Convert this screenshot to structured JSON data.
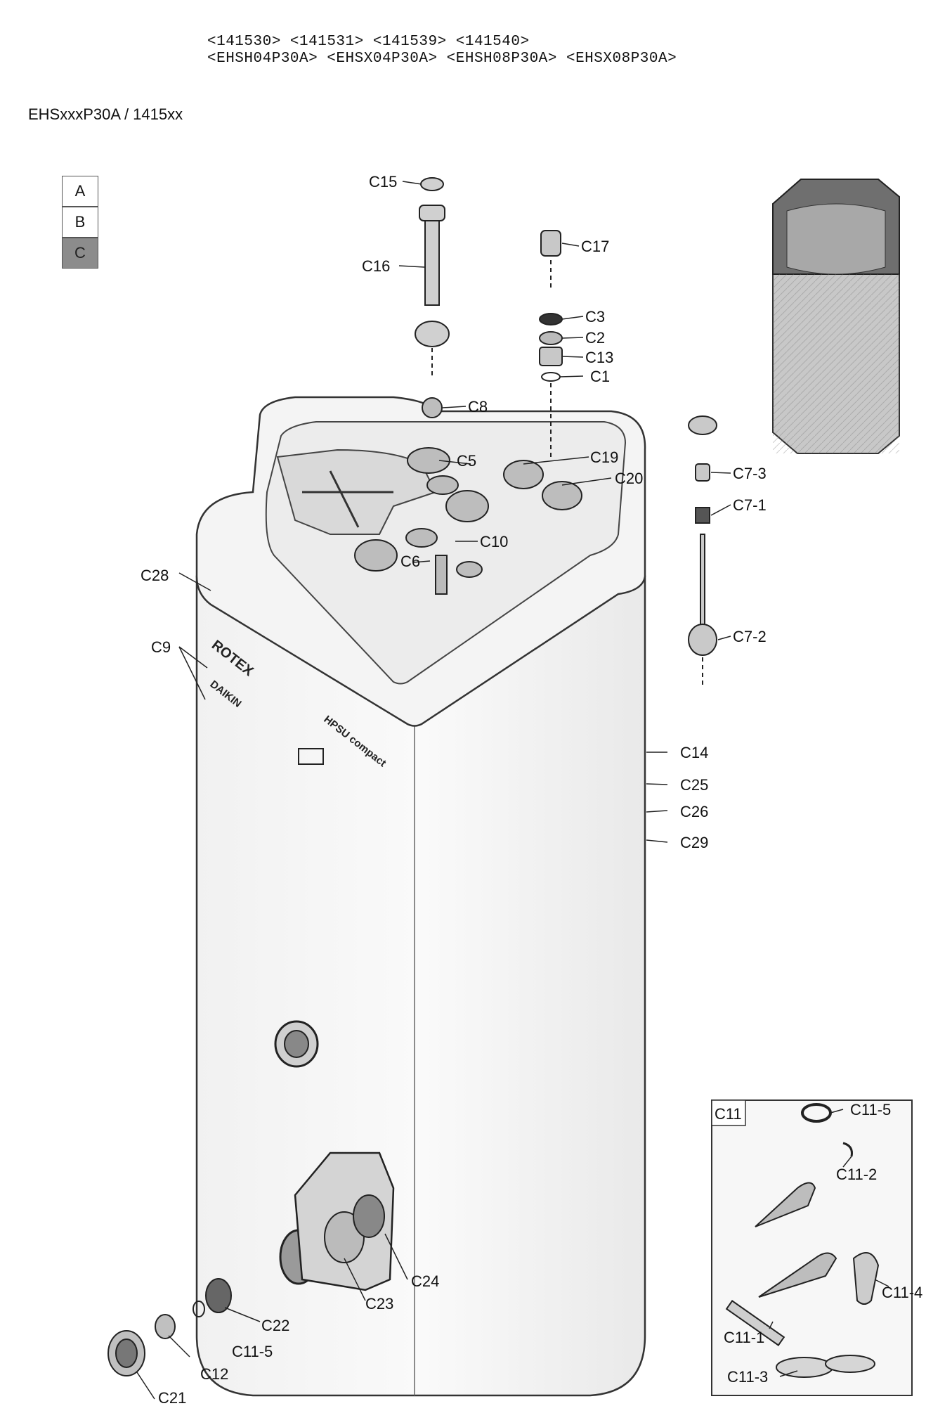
{
  "header": {
    "line1": "<141530> <141531> <141539> <141540>",
    "line2": "<EHSH04P30A> <EHSX04P30A> <EHSH08P30A> <EHSX08P30A>",
    "model": "EHSxxxP30A / 1415xx"
  },
  "legend": [
    "A",
    "B",
    "C"
  ],
  "brands": {
    "rotex": "ROTEX",
    "daikin": "DAIKIN",
    "product": "HPSU compact"
  },
  "labels": {
    "c15": "C15",
    "c16": "C16",
    "c17": "C17",
    "c3": "C3",
    "c2": "C2",
    "c13": "C13",
    "c1": "C1",
    "c8": "C8",
    "c19": "C19",
    "c20": "C20",
    "c5": "C5",
    "c10": "C10",
    "c6": "C6",
    "c28": "C28",
    "c9": "C9",
    "c7_3": "C7-3",
    "c7_1": "C7-1",
    "c7_2": "C7-2",
    "c14": "C14",
    "c25": "C25",
    "c26": "C26",
    "c29": "C29",
    "c11": "C11",
    "c11_5a": "C11-5",
    "c11_2": "C11-2",
    "c11_4": "C11-4",
    "c11_1": "C11-1",
    "c11_3": "C11-3",
    "c24": "C24",
    "c23": "C23",
    "c22": "C22",
    "c11_5b": "C11-5",
    "c12": "C12",
    "c21": "C21"
  }
}
